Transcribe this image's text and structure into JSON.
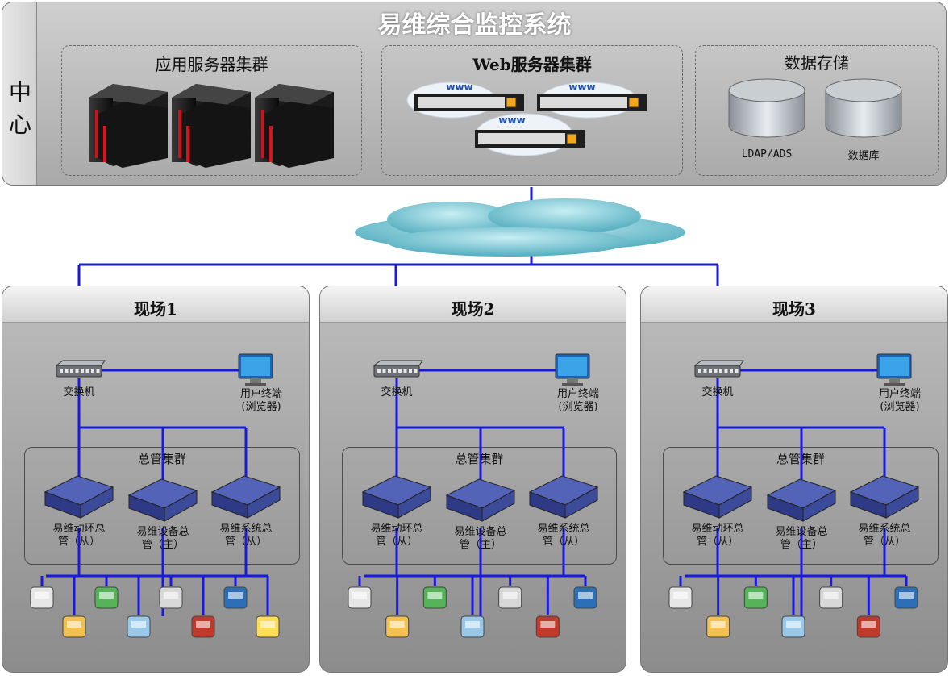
{
  "title": "易维综合监控系统",
  "center": {
    "label": "中心",
    "groups": {
      "app_servers": {
        "title": "应用服务器集群"
      },
      "web_servers": {
        "title": "Web服务器集群",
        "server_tag": "www"
      },
      "storage": {
        "title": "数据存储",
        "items": [
          "LDAP/ADS",
          "数据库"
        ]
      }
    }
  },
  "sites": [
    {
      "title": "现场1",
      "switch": "交换机",
      "terminal": [
        "用户终端",
        "(浏览器)"
      ],
      "cluster_title": "总管集群",
      "managers": [
        [
          "易维动环总",
          "管（从）"
        ],
        [
          "易维设备总",
          "管（主）"
        ],
        [
          "易维系统总",
          "管（从）"
        ]
      ]
    },
    {
      "title": "现场2",
      "switch": "交换机",
      "terminal": [
        "用户终端",
        "(浏览器)"
      ],
      "cluster_title": "总管集群",
      "managers": [
        [
          "易维动环总",
          "管（从）"
        ],
        [
          "易维设备总",
          "管（主）"
        ],
        [
          "易维系统总",
          "管（从）"
        ]
      ]
    },
    {
      "title": "现场3",
      "switch": "交换机",
      "terminal": [
        "用户终端",
        "(浏览器)"
      ],
      "cluster_title": "总管集群",
      "managers": [
        [
          "易维动环总",
          "管（从）"
        ],
        [
          "易维设备总",
          "管（主）"
        ],
        [
          "易维系统总",
          "管（从）"
        ]
      ]
    }
  ],
  "colors": {
    "link": "#1a1adf",
    "cloud": "#5fb8c8",
    "device": "#3c4a9a"
  }
}
